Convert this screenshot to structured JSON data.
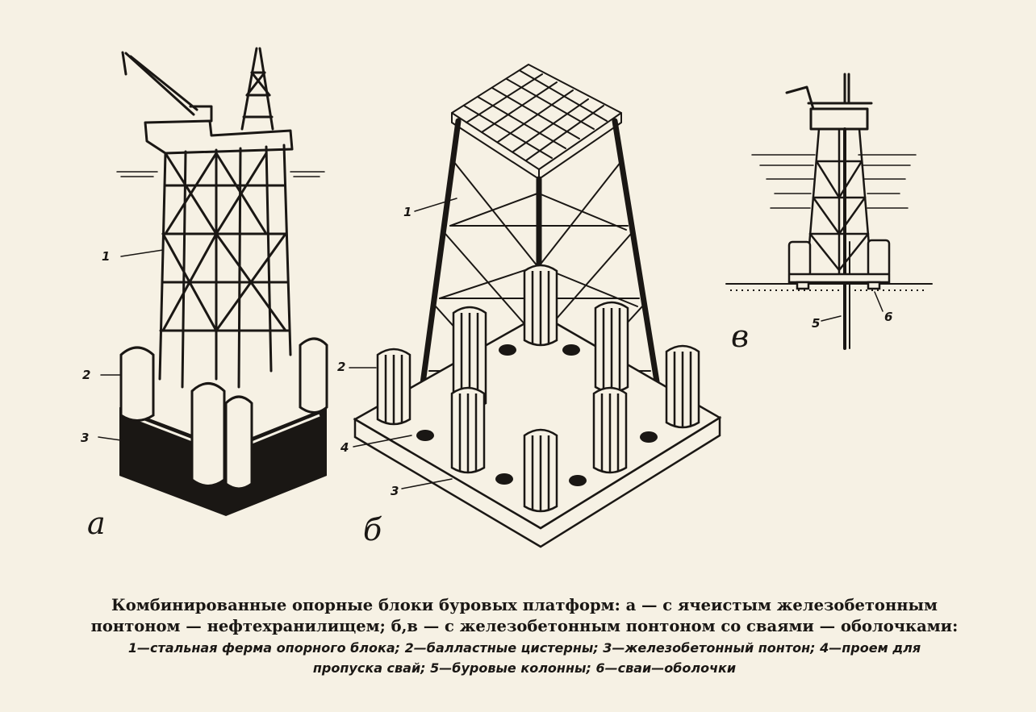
{
  "figure": {
    "labels_a": {
      "n1": "1",
      "n2": "2",
      "n3": "3",
      "letter": "а"
    },
    "labels_b": {
      "n1": "1",
      "n2": "2",
      "n3": "3",
      "n4": "4",
      "letter": "б"
    },
    "labels_c": {
      "n5": "5",
      "n6": "6",
      "letter": "в"
    }
  },
  "caption": {
    "title_line1": "Комбинированные опорные блоки буровых платформ: а — с ячеистым  железобетонным",
    "title_line2": "понтоном — нефтехранилищем; б,в — с железобетонным понтоном со сваями — оболочками:",
    "legend_line1": "1—стальная ферма опорного блока; 2—балластные цистерны; 3—железобетонный понтон; 4—проем для",
    "legend_line2": "пропуска свай; 5—буровые колонны; 6—сваи—оболочки"
  }
}
